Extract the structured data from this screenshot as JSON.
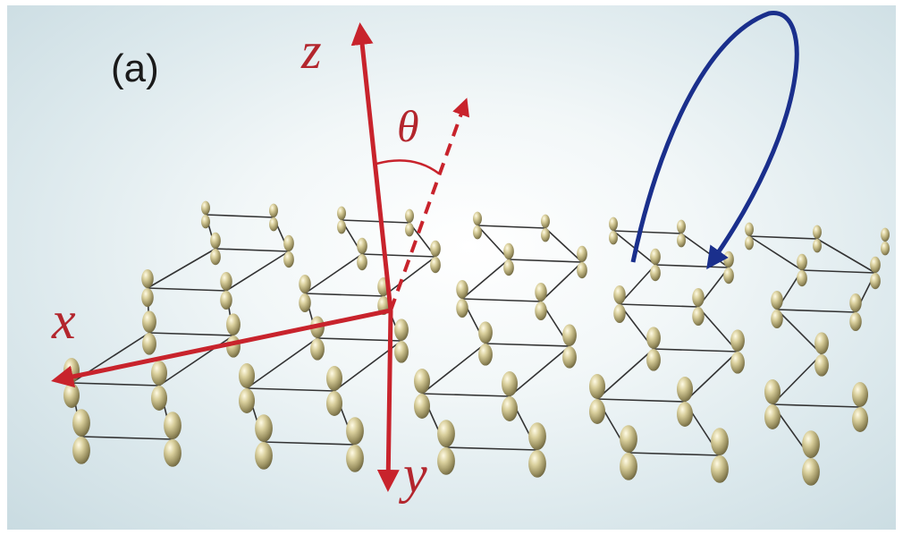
{
  "figure": {
    "panel_label": "(a)",
    "axis_labels": {
      "x": "x",
      "y": "y",
      "z": "z"
    },
    "angle_label": "θ",
    "colors": {
      "axes": "#c8232c",
      "hop_arrow": "#1a2f8c",
      "lattice_bond": "#333333",
      "orbital_lobe": "#b8ae7a"
    }
  }
}
